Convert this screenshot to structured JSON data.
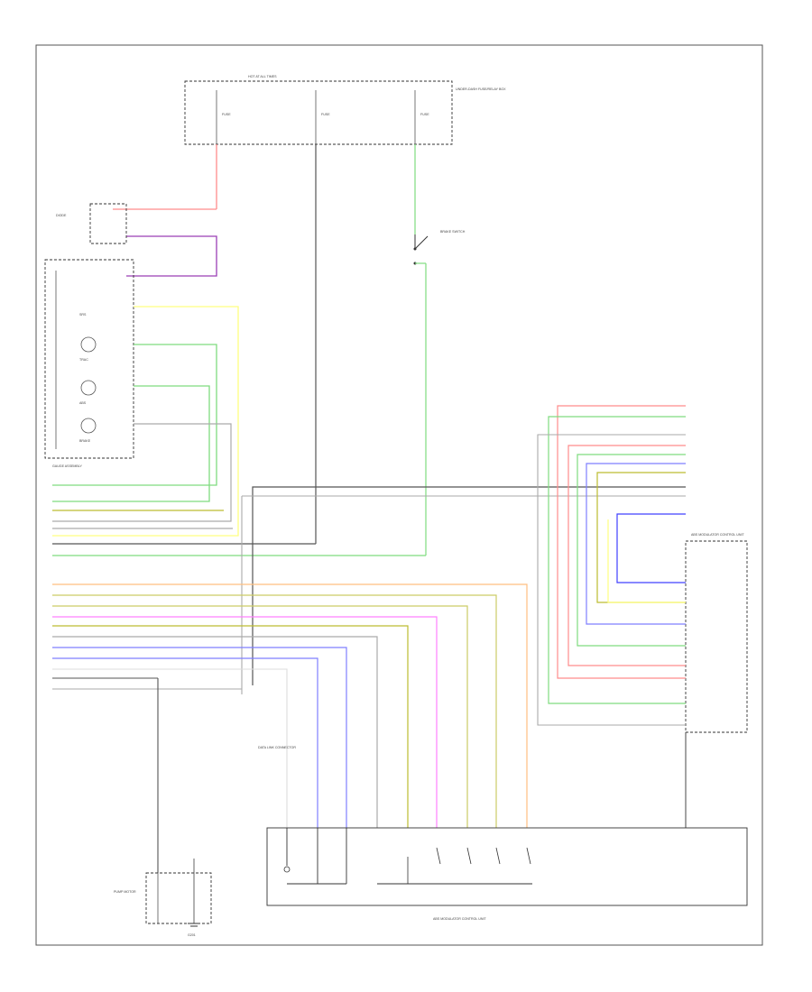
{
  "diagram": {
    "footer_code": "",
    "ground_label": "G201",
    "components": {
      "top_fuse_box_title": "HOT AT ALL TIMES",
      "fuse_box_note": "UNDER-DASH FUSE/RELAY BOX",
      "fuse_1_label": "FUSE",
      "fuse_2_label": "FUSE",
      "fuse_3_label": "FUSE",
      "left_connector_label": "DIODE",
      "gauge_assembly_label": "GAUGE ASSEMBLY",
      "gauge_item_1": "SRS",
      "gauge_item_2": "TRAC",
      "gauge_item_3": "ABS",
      "gauge_item_4": "BRAKE",
      "brake_switch_label": "BRAKE SWITCH",
      "module_right_label": "ABS MODULATOR CONTROL UNIT",
      "center_note": "DATA LINK CONNECTOR",
      "bottom_unit_label": "ABS MODULATOR CONTROL UNIT",
      "bottom_left_label": "PUMP MOTOR"
    },
    "wire_colors": {
      "red": "#ff8c8c",
      "purple": "#9b3fb5",
      "yellow": "#ffff80",
      "green": "#7fdc7f",
      "gray": "#aaaaaa",
      "dark": "#555555",
      "blue": "#7f7fff",
      "pink": "#ff80ff",
      "orange": "#ffbf80",
      "tan": "#cccc66",
      "olive": "#bcbc30",
      "black": "#333333"
    }
  }
}
